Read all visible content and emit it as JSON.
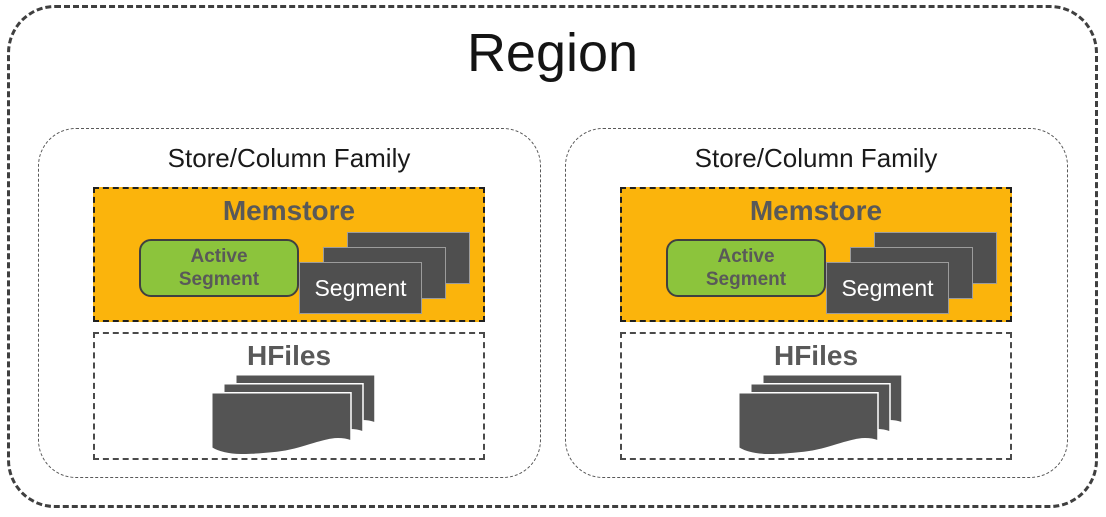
{
  "region": {
    "title": "Region"
  },
  "stores": [
    {
      "label": "Store/Column Family",
      "memstore": {
        "title": "Memstore",
        "active_segment_label": "Active Segment",
        "segment_label": "Segment"
      },
      "hfiles": {
        "title": "HFiles"
      }
    },
    {
      "label": "Store/Column Family",
      "memstore": {
        "title": "Memstore",
        "active_segment_label": "Active Segment",
        "segment_label": "Segment"
      },
      "hfiles": {
        "title": "HFiles"
      }
    }
  ],
  "colors": {
    "memstore_fill": "#FBB40C",
    "active_segment_fill": "#8CC43C",
    "segment_fill": "#4F4F4F",
    "document_fill": "#545454",
    "label_gray": "#595959"
  }
}
